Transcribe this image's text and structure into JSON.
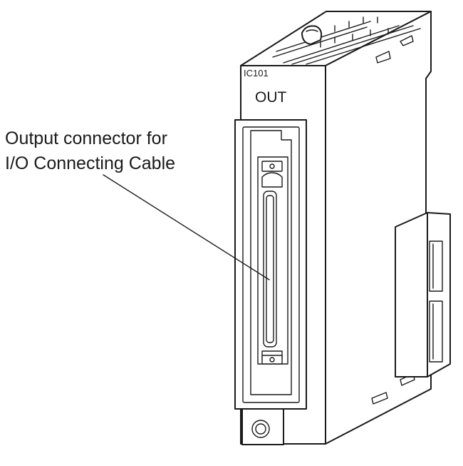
{
  "device": {
    "model_label": "IC101",
    "port_label": "OUT"
  },
  "callout": {
    "line1": "Output connector for",
    "line2": "I/O Connecting Cable"
  },
  "colors": {
    "ink": "#1a1a1a",
    "background": "#ffffff"
  }
}
